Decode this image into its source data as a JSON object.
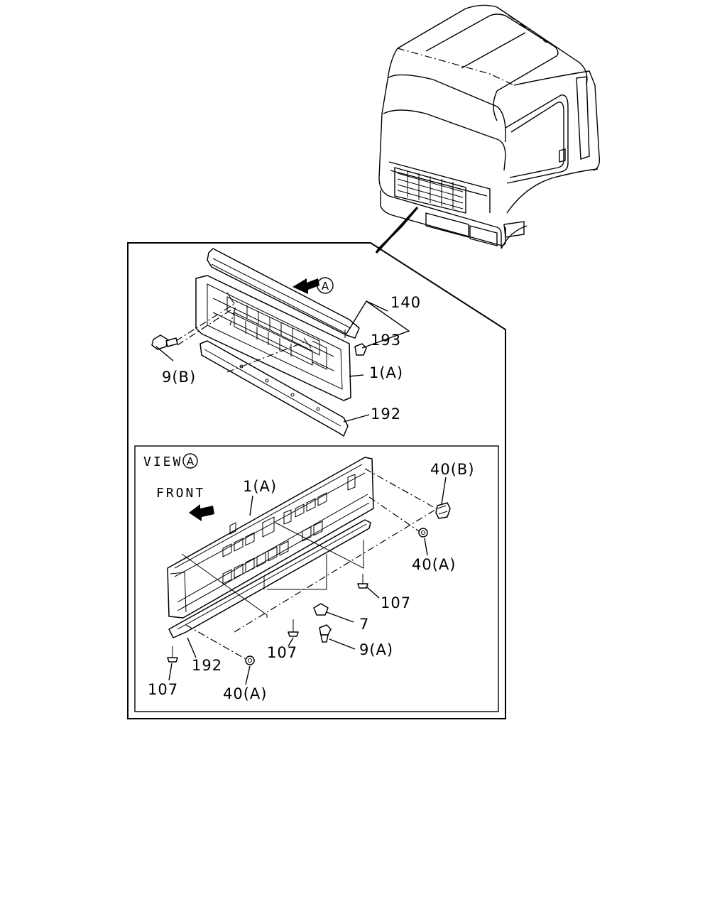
{
  "view_title": "VIEW",
  "view_marker": "A",
  "main_marker": "A",
  "front_label": "FRONT",
  "labels": {
    "l140": "140",
    "l193": "193",
    "l9b": "9(B)",
    "l1a_top": "1(A)",
    "l192_top": "192",
    "l1a_view": "1(A)",
    "l40b": "40(B)",
    "l40a_right": "40(A)",
    "l107_right": "107",
    "l7": "7",
    "l9a": "9(A)",
    "l107_mid": "107",
    "l192_view": "192",
    "l107_left": "107",
    "l40a_bottom": "40(A)"
  }
}
